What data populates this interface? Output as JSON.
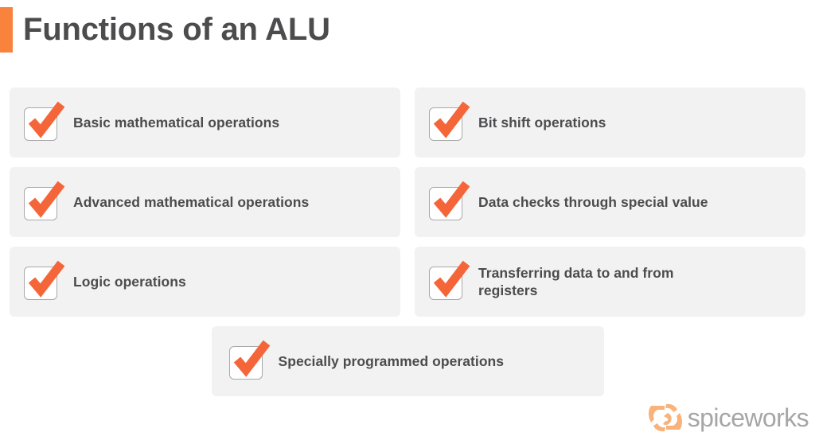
{
  "page": {
    "title": "Functions of an ALU",
    "accent_color": "#f9823c",
    "check_color": "#f4663a",
    "card_background": "#f2f2f2",
    "text_color": "#4c4c4e"
  },
  "cards": [
    {
      "id": "basic-mathematical-operations",
      "label": "Basic mathematical operations",
      "icon": "checkbox-checked-icon"
    },
    {
      "id": "bit-shift-operations",
      "label": "Bit shift operations",
      "icon": "checkbox-checked-icon"
    },
    {
      "id": "advanced-mathematical-operations",
      "label": "Advanced mathematical operations",
      "icon": "checkbox-checked-icon"
    },
    {
      "id": "data-checks-through-special-value",
      "label": "Data checks through special value",
      "icon": "checkbox-checked-icon"
    },
    {
      "id": "logic-operations",
      "label": "Logic operations",
      "icon": "checkbox-checked-icon"
    },
    {
      "id": "transferring-data-to-and-from-registers",
      "label": "Transferring data to and from registers",
      "icon": "checkbox-checked-icon"
    },
    {
      "id": "specially-programmed-operations",
      "label": "Specially programmed operations",
      "icon": "checkbox-checked-icon"
    }
  ],
  "logo": {
    "wordmark": "spiceworks",
    "mark_icon": "spiceworks-pinwheel-icon",
    "mark_color": "#f9b27a",
    "wordmark_color": "#a6a6a6"
  }
}
